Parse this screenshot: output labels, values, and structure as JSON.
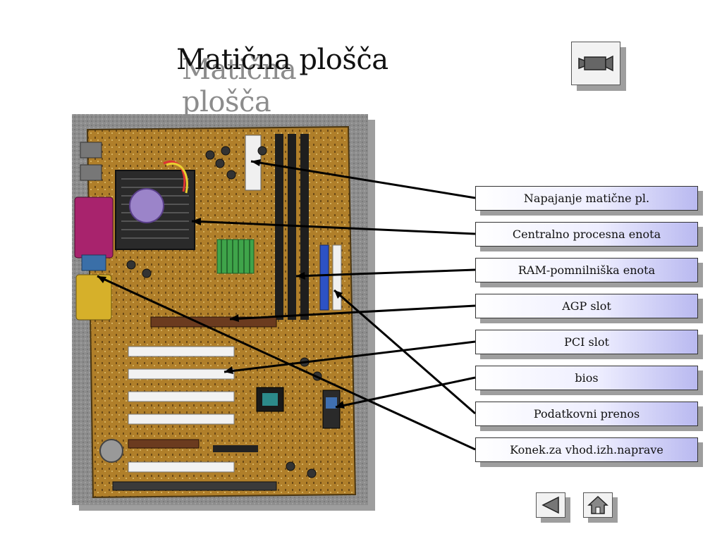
{
  "slide": {
    "title": "Matična plošča"
  },
  "labels": [
    {
      "id": "power",
      "text": "Napajanje matične pl."
    },
    {
      "id": "cpu",
      "text": "Centralno procesna enota"
    },
    {
      "id": "ram",
      "text": "RAM-pomnilniška enota"
    },
    {
      "id": "agp",
      "text": "AGP slot"
    },
    {
      "id": "pci",
      "text": "PCI slot"
    },
    {
      "id": "bios",
      "text": "bios"
    },
    {
      "id": "ide",
      "text": "Podatkovni prenos"
    },
    {
      "id": "io",
      "text": "Konek.za vhod.izh.naprave"
    }
  ],
  "icons": {
    "video": "movie-camera-icon",
    "back": "back-arrow-icon",
    "home": "home-icon"
  },
  "colors": {
    "board_pcb": "#b07f2a",
    "label_gradient_end": "#b9b9f0",
    "shadow": "#9e9e9e"
  }
}
